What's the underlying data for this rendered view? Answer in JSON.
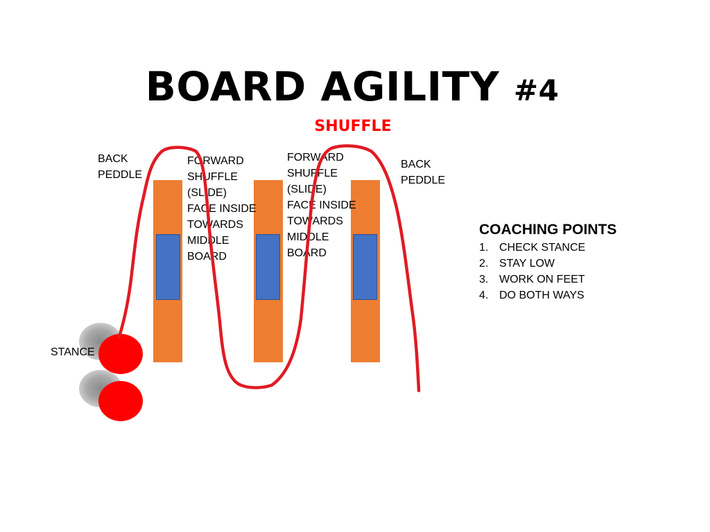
{
  "title": "BOARD AGILITY",
  "title_number": "#4",
  "subtitle": "SHUFFLE",
  "labels": {
    "back_peddle_left": [
      "BACK",
      "PEDDLE"
    ],
    "forward_shuffle_1": [
      "FORWARD",
      "SHUFFLE",
      "(SLIDE)",
      "FACE INSIDE",
      "TOWARDS",
      "MIDDLE",
      "BOARD"
    ],
    "forward_shuffle_2": [
      "FORWARD",
      "SHUFFLE",
      "(SLIDE)",
      "FACE INSIDE",
      "TOWARDS",
      "MIDDLE",
      "BOARD"
    ],
    "back_peddle_right": [
      "BACK",
      "PEDDLE"
    ],
    "stance": "STANCE"
  },
  "coaching_points": {
    "heading": "COACHING POINTS",
    "items": [
      {
        "number": "1.",
        "text": "CHECK STANCE"
      },
      {
        "number": "2.",
        "text": "STAY LOW"
      },
      {
        "number": "3.",
        "text": "WORK ON FEET"
      },
      {
        "number": "4.",
        "text": "DO BOTH WAYS"
      }
    ]
  },
  "colors": {
    "title": "#000000",
    "subtitle": "#ff0000",
    "board": "#ed7d31",
    "board_pad": "#4472c4",
    "path": "#e01b24",
    "stance_disc": "#ff0000"
  }
}
